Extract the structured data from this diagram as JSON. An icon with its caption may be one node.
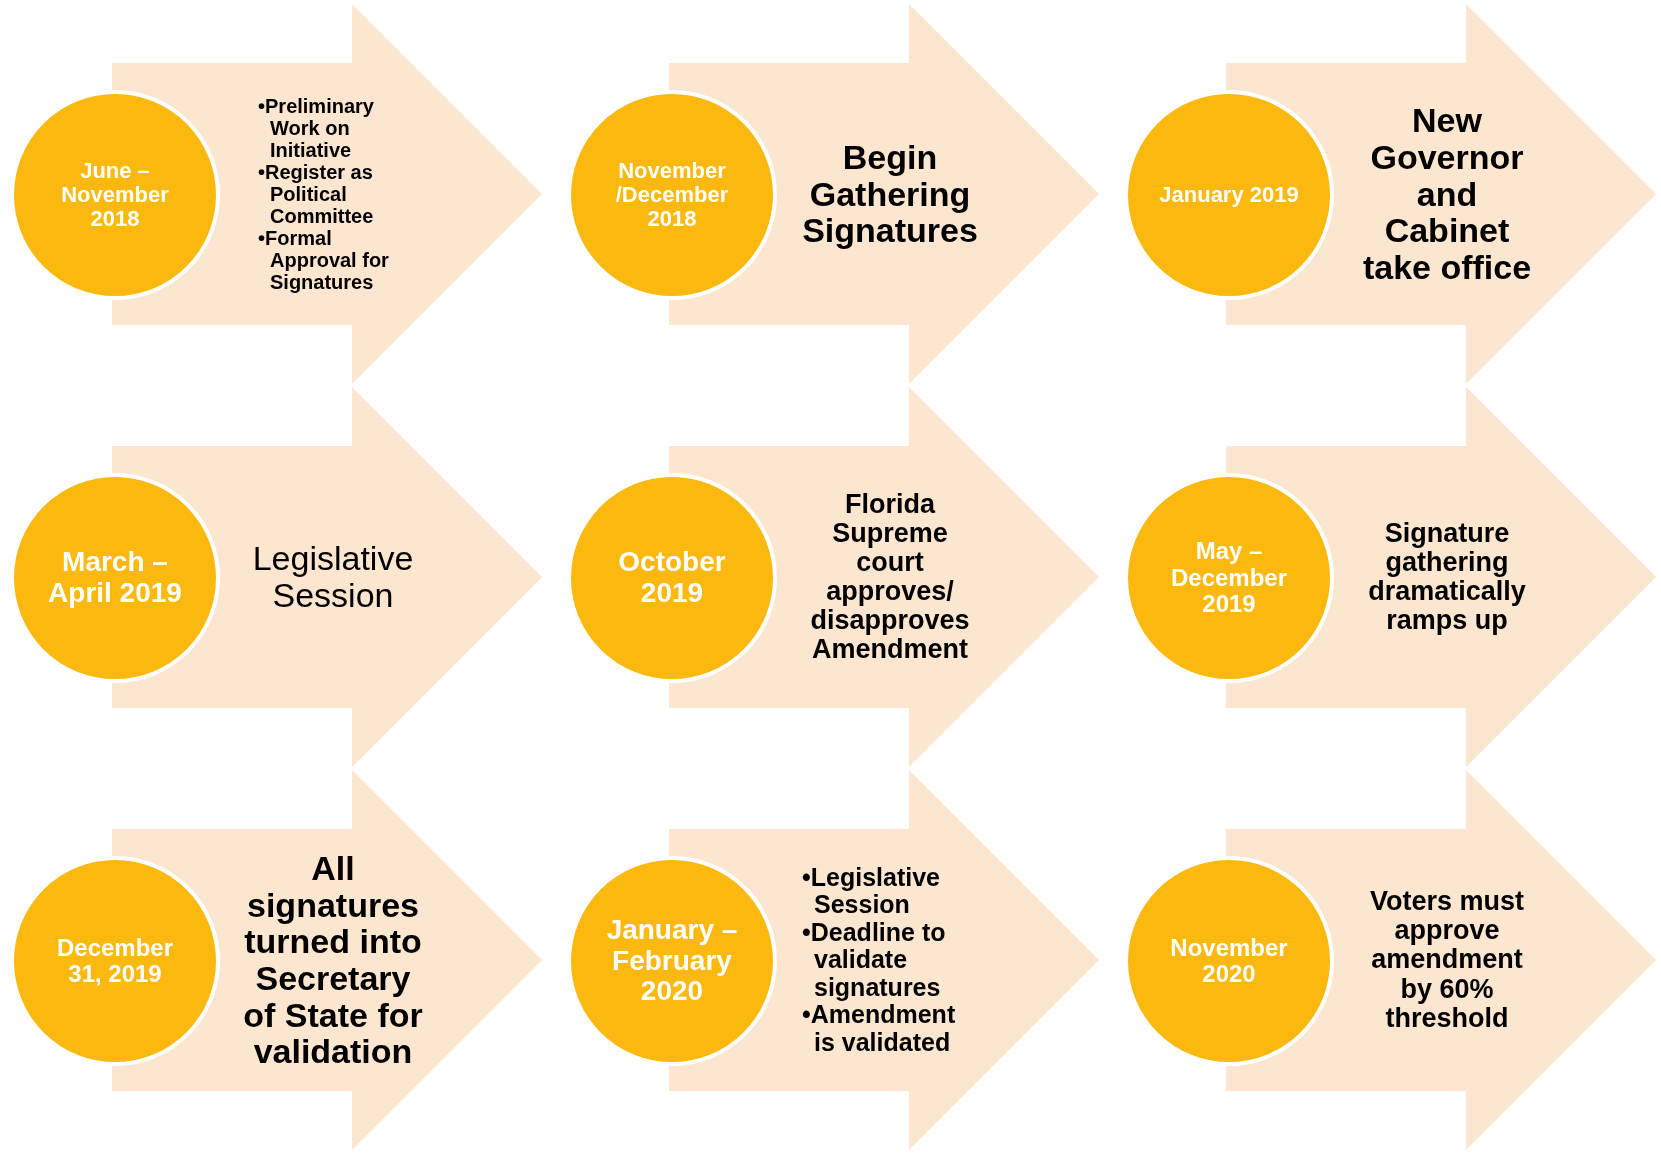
{
  "diagram": {
    "nodes": [
      {
        "text": [
          "June – November 2018"
        ]
      },
      {
        "text": [
          "•Preliminary Work on Initiative",
          "•Register as Political Committee",
          "•Formal Approval for Signatures"
        ]
      },
      {
        "text": [
          "November /December 2018"
        ]
      },
      {
        "text": [
          "Begin Gathering Signatures"
        ]
      },
      {
        "text": [
          "January 2019"
        ]
      },
      {
        "text": [
          "New Governor and Cabinet take office"
        ]
      },
      {
        "text": [
          "March – April 2019"
        ]
      },
      {
        "text": [
          "Legislative Session"
        ]
      },
      {
        "text": [
          "October 2019"
        ]
      },
      {
        "text": [
          "Florida Supreme court approves/ disapproves Amendment"
        ]
      },
      {
        "text": [
          "May – December 2019"
        ]
      },
      {
        "text": [
          "Signature gathering dramatically ramps up"
        ]
      },
      {
        "text": [
          "December 31, 2019"
        ]
      },
      {
        "text": [
          "All signatures turned into Secretary of State for validation"
        ]
      },
      {
        "text": [
          "January – February 2020"
        ]
      },
      {
        "text": [
          "•Legislative Session",
          "•Deadline to validate signatures",
          "•Amendment is validated"
        ]
      },
      {
        "text": [
          "November 2020"
        ]
      },
      {
        "text": [
          "Voters must approve amendment by 60% threshold"
        ]
      }
    ]
  }
}
